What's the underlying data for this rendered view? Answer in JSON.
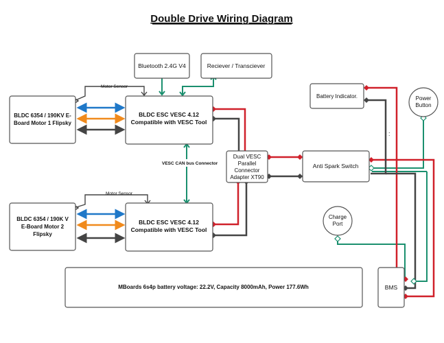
{
  "title": "Double Drive Wiring Diagram",
  "components": {
    "bluetooth": "Bluetooth 2.4G V4",
    "receiver": "Reciever / Transciever",
    "motor1": [
      "BLDC 6354 / 190KV E-",
      "Board Motor 1 Flipsky"
    ],
    "esc1": [
      "BLDC ESC VESC 4.12",
      "Compatible with VESC Tool"
    ],
    "motor2": [
      "BLDC 6354 / 190K V",
      "E-Board Motor 2",
      "Flipsky"
    ],
    "esc2": [
      "BLDC ESC VESC 4.12",
      "Compatible with VESC Tool"
    ],
    "parallel_adapter": [
      "Dual VESC",
      "Parallel",
      "Connector",
      "Adapter XT90"
    ],
    "battery_indicator": "Battery Indicator.",
    "power_button": [
      "Power",
      "Button"
    ],
    "anti_spark": "Anti Spark Switch",
    "charge_port": [
      "Charge",
      "Port"
    ],
    "battery": "MBoards 6s4p battery voltage: 22.2V, Capacity 8000mAh, Power 177.6Wh",
    "bms": "BMS"
  },
  "labels": {
    "motor_sensor_1": "Motor Sensor",
    "motor_sensor_2": "Motor Sensor",
    "can_bus": "VESC CAN bus Connector"
  },
  "colors": {
    "positive": "#d0202a",
    "negative": "#444444",
    "signal": "#1a8f6e",
    "phase_blue": "#1f78c8",
    "phase_orange": "#f08a1c",
    "phase_dark": "#444444",
    "box_stroke": "#555555"
  }
}
